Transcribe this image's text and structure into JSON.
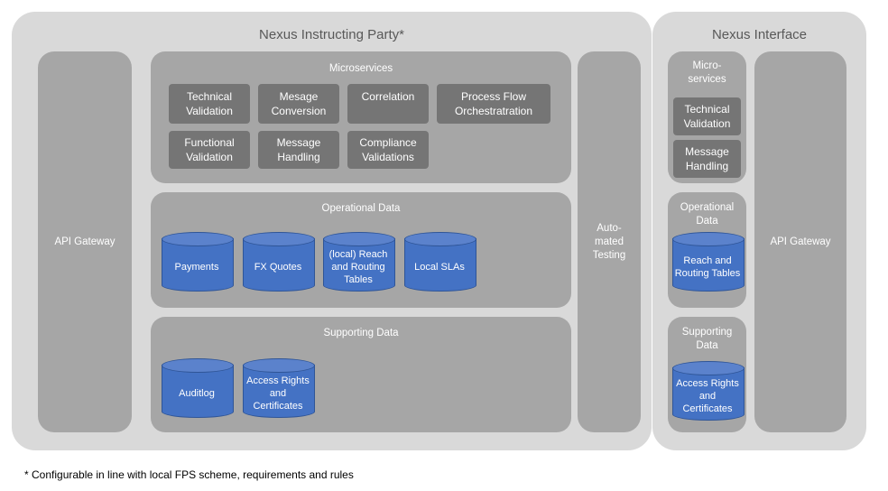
{
  "left_panel": {
    "title": "Nexus Instructing Party*",
    "api_gateway": "API Gateway",
    "automated_testing": "Auto-\nmated\nTesting",
    "microservices": {
      "title": "Microservices",
      "items": [
        "Technical Validation",
        "Mesage Conversion",
        "Correlation",
        "Process Flow Orchestratration",
        "Functional Validation",
        "Message Handling",
        "Compliance Validations"
      ]
    },
    "operational_data": {
      "title": "Operational Data",
      "stores": [
        "Payments",
        "FX Quotes",
        "(local) Reach and Routing Tables",
        "Local SLAs"
      ]
    },
    "supporting_data": {
      "title": "Supporting Data",
      "stores": [
        "Auditlog",
        "Access Rights and Certificates"
      ]
    }
  },
  "right_panel": {
    "title": "Nexus Interface",
    "api_gateway": "API Gateway",
    "microservices": {
      "title": "Micro-\nservices",
      "items": [
        "Technical Validation",
        "Message Handling"
      ]
    },
    "operational_data": {
      "title": "Operational Data",
      "stores": [
        "Reach and Routing Tables"
      ]
    },
    "supporting_data": {
      "title": "Supporting Data",
      "stores": [
        "Access Rights and Certificates"
      ]
    }
  },
  "footnote": "* Configurable in line with local FPS scheme, requirements and rules",
  "colors": {
    "panel": "#d9d9d9",
    "container": "#a6a6a6",
    "microservice": "#757575",
    "datastore": "#4472c4"
  }
}
